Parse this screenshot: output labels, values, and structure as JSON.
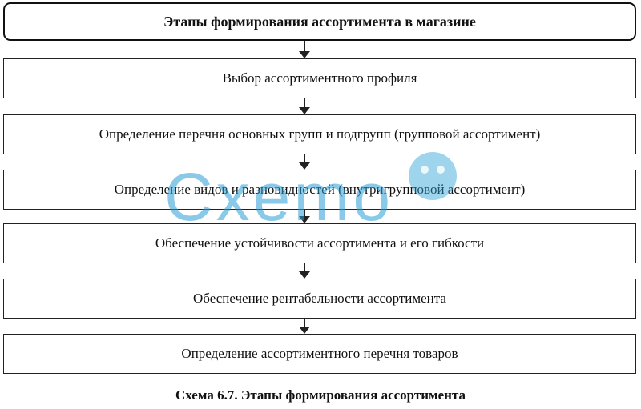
{
  "header": {
    "title": "Этапы формирования ассортимента в магазине"
  },
  "steps": [
    "Выбор ассортиментного профиля",
    "Определение перечня основных групп и подгрупп (групповой ассортимент)",
    "Определение видов и разновидностей (внутригрупповой ассортимент)",
    "Обеспечение устойчивости ассортимента и его гибкости",
    "Обеспечение рентабельности ассортимента",
    "Определение ассортиментного перечня товаров"
  ],
  "caption": "Схема 6.7. Этапы формирования ассортимента",
  "watermark": {
    "text": "Cxemo",
    "color": "#2a9fd6"
  }
}
